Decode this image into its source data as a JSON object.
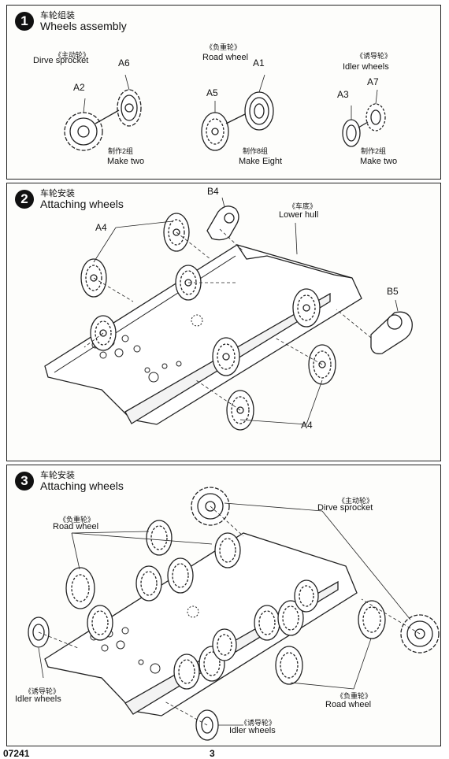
{
  "steps": [
    {
      "number": "1",
      "title_cn": "车轮组装",
      "title_en": "Wheels assembly",
      "groups": [
        {
          "name_cn": "《主动轮》",
          "name_en": "Dirve sprocket",
          "parts": [
            "A2",
            "A6"
          ],
          "qty_cn": "制作2组",
          "qty_en": "Make two"
        },
        {
          "name_cn": "《负重轮》",
          "name_en": "Road wheel",
          "parts": [
            "A5",
            "A1"
          ],
          "qty_cn": "制作8组",
          "qty_en": "Make Eight"
        },
        {
          "name_cn": "《诱导轮》",
          "name_en": "Idler wheels",
          "parts": [
            "A3",
            "A7"
          ],
          "qty_cn": "制作2组",
          "qty_en": "Make two"
        }
      ]
    },
    {
      "number": "2",
      "title_cn": "车轮安装",
      "title_en": "Attaching wheels",
      "labels": {
        "b4": "B4",
        "b5": "B5",
        "a4_top": "A4",
        "a4_bottom": "A4",
        "hull_cn": "《车底》",
        "hull_en": "Lower hull"
      }
    },
    {
      "number": "3",
      "title_cn": "车轮安装",
      "title_en": "Attaching wheels",
      "labels": {
        "sprocket_cn": "《主动轮》",
        "sprocket_en": "Dirve sprocket",
        "road_cn": "《负重轮》",
        "road_en": "Road wheel",
        "idler_left_cn": "《诱导轮》",
        "idler_left_en": "Idler wheels",
        "road_bottom_cn": "《负重轮》",
        "road_bottom_en": "Road wheel",
        "idler_bottom_cn": "《诱导轮》",
        "idler_bottom_en": "Idler wheels"
      }
    }
  ],
  "footer": {
    "code": "07241",
    "page": "3"
  }
}
